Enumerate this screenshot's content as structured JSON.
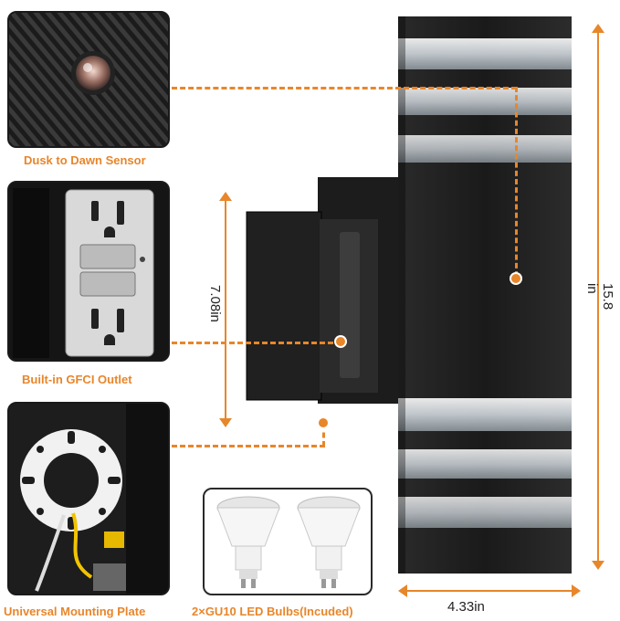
{
  "captions": {
    "sensor": "Dusk to Dawn Sensor",
    "gfci": "Built-in GFCI Outlet",
    "mounting": "Universal Mounting Plate",
    "bulbs": "2×GU10 LED Bulbs(Incuded)"
  },
  "dimensions": {
    "height": "15.8 in",
    "width": "4.33in",
    "box_height": "7.08in"
  },
  "colors": {
    "accent": "#e8862a",
    "fixture": "#1c1c1c"
  }
}
